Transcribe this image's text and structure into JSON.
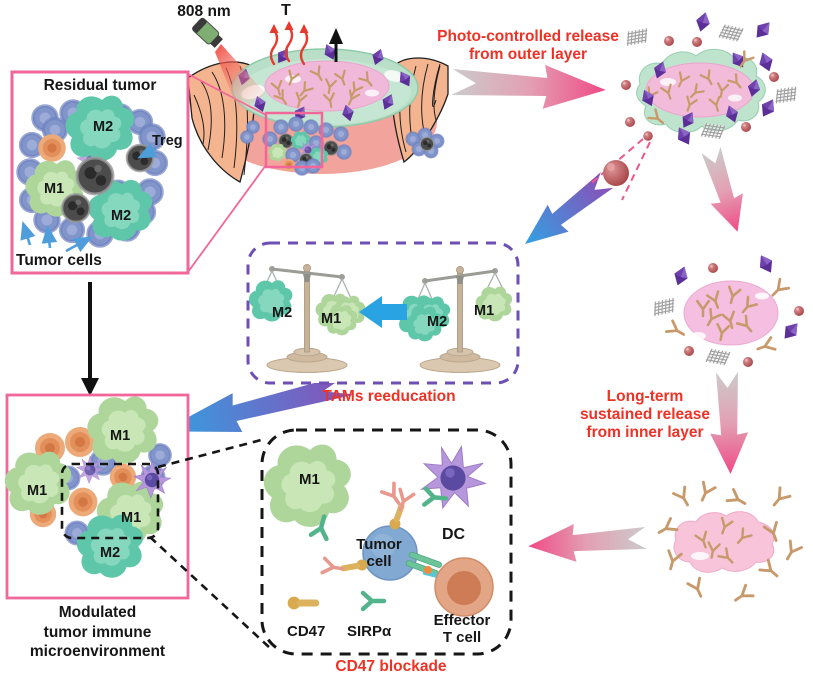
{
  "colors": {
    "accent_red": "#ee3226",
    "panel_pink": "#f2679a",
    "tams_purple": "#6e4fb5",
    "arrow_blue": "#2aa3e2",
    "m1_green": "#aed69b",
    "m2_teal": "#5fc7a9",
    "antibody_tan": "#c89a6b"
  },
  "top_scene": {
    "laser_wavelength": "808 nm",
    "temperature_symbol": "T"
  },
  "residual_panel": {
    "title": "Residual tumor",
    "m2_upper": "M2",
    "treg": "Treg",
    "m1": "M1",
    "m2_lower": "M2",
    "tumor_cells": "Tumor cells"
  },
  "photo_release": {
    "line1": "Photo-controlled release",
    "line2": "from outer layer"
  },
  "tams_panel": {
    "caption": "TAMs reeducation",
    "left_scale": {
      "left_pan": "M2",
      "right_pan": "M1"
    },
    "right_scale": {
      "left_pan": "M2",
      "right_pan": "M1"
    }
  },
  "sustained_release": {
    "line1": "Long-term",
    "line2": "sustained release",
    "line3": "from inner layer"
  },
  "modulated_panel": {
    "m1_upper": "M1",
    "m1_left": "M1",
    "m1_center": "M1",
    "m2": "M2",
    "caption_line1": "Modulated",
    "caption_line2": "tumor immune",
    "caption_line3": "microenvironment"
  },
  "cd47_panel": {
    "caption": "CD47 blockade",
    "m1": "M1",
    "dc": "DC",
    "tumor_line1": "Tumor",
    "tumor_line2": "cell",
    "effector_line1": "Effector",
    "effector_line2": "T cell",
    "legend_cd47": "CD47",
    "legend_sirpa": "SIRPα"
  }
}
